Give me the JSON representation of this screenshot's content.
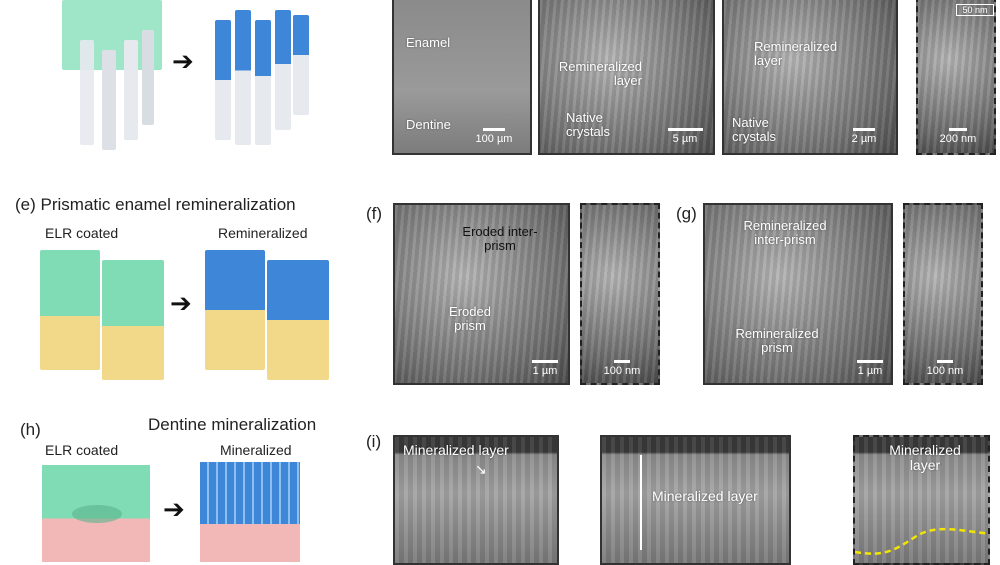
{
  "panel_top": {
    "p1": {
      "labels": [
        "Enamel",
        "Dentine"
      ],
      "scale": "100 µm"
    },
    "p2": {
      "labels": [
        "Remineralized layer",
        "Native crystals"
      ],
      "scale": "5 µm"
    },
    "p3": {
      "labels": [
        "Remineralized layer",
        "Native crystals"
      ],
      "scale": "2 µm"
    },
    "p4": {
      "scale": "200 nm",
      "inset_scale": "50 nm"
    }
  },
  "e": {
    "letter": "(e)",
    "title": "Prismatic enamel remineralization",
    "left": "ELR coated",
    "right": "Remineralized"
  },
  "f": {
    "letter": "(f)",
    "label1": "Eroded inter-prism",
    "label2": "Eroded prism",
    "scale": "1 µm",
    "inset_scale": "100 nm"
  },
  "g": {
    "letter": "(g)",
    "label1": "Remineralized inter-prism",
    "label2": "Remineralized prism",
    "scale": "1 µm",
    "inset_scale": "100 nm"
  },
  "h": {
    "letter": "(h)",
    "title": "Dentine mineralization",
    "left": "ELR coated",
    "right": "Mineralized"
  },
  "i": {
    "letter": "(i)",
    "p1": "Mineralized layer",
    "p2": "Mineralized layer",
    "p3": "Mineralized layer"
  },
  "colors": {
    "green": "#7fdcb4",
    "blue": "#3d86d8",
    "yellow": "#f2d98a",
    "pink": "#f2b8b8",
    "white": "#e6e9ee"
  }
}
